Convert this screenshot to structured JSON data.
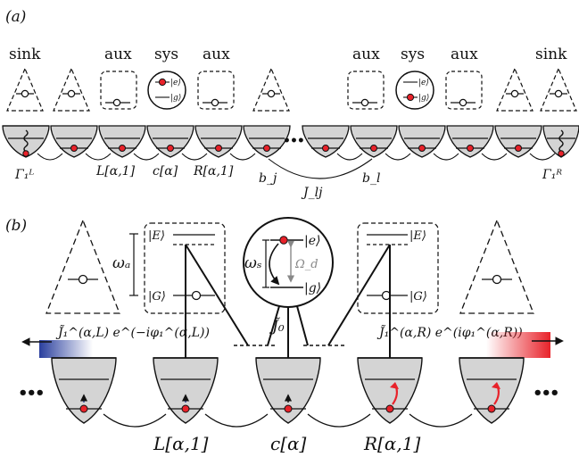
{
  "panel_a": {
    "label": "(a)",
    "top_labels": [
      "sink",
      "aux",
      "sys",
      "aux",
      "aux",
      "sys",
      "aux",
      "sink"
    ],
    "state_e": "|e⟩",
    "state_g": "|g⟩",
    "ellipsis": "•••",
    "bottom": {
      "gamma_left": "Γ₁ᴸ",
      "l_alpha": "L[α,1]",
      "c_alpha": "c[α]",
      "r_alpha": "R[α,1]",
      "b_j": "b_j",
      "j_lj": "J_lj",
      "b_l": "b_l",
      "gamma_right": "Γ₁ᴿ"
    }
  },
  "panel_b": {
    "label": "(b)",
    "omega_a": "ωₐ",
    "omega_s": "ωₛ",
    "omega_d": "Ω_d",
    "state_E": "|E⟩",
    "state_G": "|G⟩",
    "state_e": "|e⟩",
    "state_g": "|g⟩",
    "j0": "J̃₀",
    "j1_left": "J̃₁^(α,L) e^(−iφ₁^(α,L))",
    "j1_right": "J̃₁^(α,R) e^(iφ₁^(α,R))",
    "ellipsis_left": "•••",
    "ellipsis_right": "•••",
    "bottom_left": "L[α,1]",
    "bottom_center": "c[α]",
    "bottom_right": "R[α,1]"
  },
  "colors": {
    "red": "#e8222a",
    "blue": "#2a3f9e",
    "gray": "#d4d4d4",
    "line": "#111111"
  }
}
